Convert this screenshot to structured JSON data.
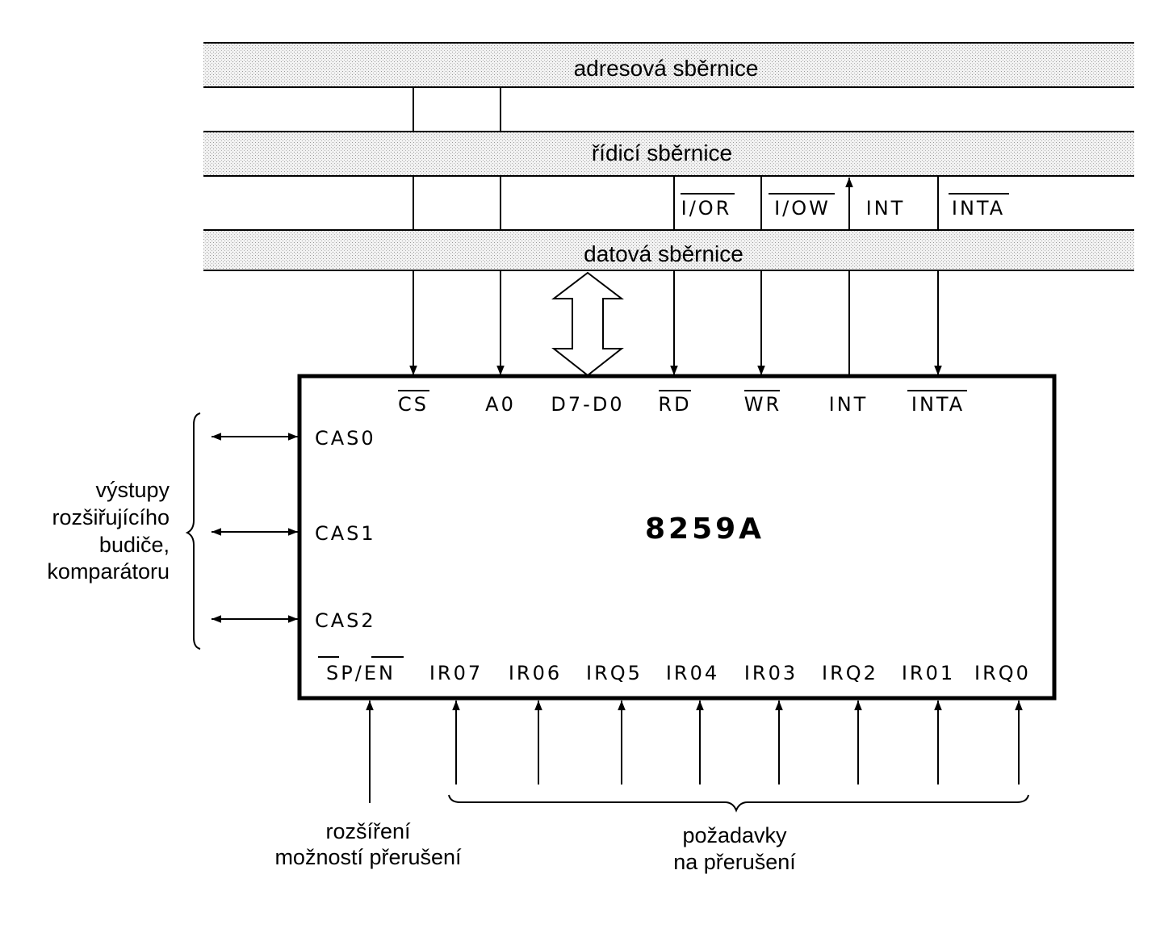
{
  "buses": {
    "address": "adresová sběrnice",
    "control": "řídicí sběrnice",
    "data": "datová sběrnice"
  },
  "control_signals": {
    "ior": "I/OR",
    "iow": "I/OW",
    "int": "INT",
    "inta": "INTA"
  },
  "chip": {
    "name": "8259A",
    "top_pins": {
      "cs": "CS",
      "a0": "A0",
      "data": "D7-D0",
      "rd": "RD",
      "wr": "WR",
      "int": "INT",
      "inta": "INTA"
    },
    "left_pins": {
      "cas0": "CAS0",
      "cas1": "CAS1",
      "cas2": "CAS2"
    },
    "bottom_pins": {
      "spen": "SP/EN",
      "ir7": "IR07",
      "ir6": "IR06",
      "ir5": "IRQ5",
      "ir4": "IR04",
      "ir3": "IR03",
      "ir2": "IRQ2",
      "ir1": "IR01",
      "ir0": "IRQ0"
    }
  },
  "annotations": {
    "cascade": [
      "výstupy",
      "rozšiřujícího",
      "budiče,",
      "komparátoru"
    ],
    "expansion": [
      "rozšíření",
      "možností přerušení"
    ],
    "requests": [
      "požadavky",
      "na přerušení"
    ]
  }
}
